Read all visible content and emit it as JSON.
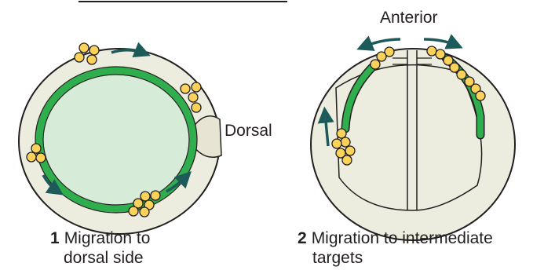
{
  "labels": {
    "dorsal": "Dorsal",
    "anterior": "Anterior"
  },
  "panels": [
    {
      "step_number": "1",
      "caption_line1": "Migration to",
      "caption_line2": "dorsal side"
    },
    {
      "step_number": "2",
      "caption_line1": "Migration to intermediate",
      "caption_line2": "targets"
    }
  ],
  "colors": {
    "embryo_fill": "#ececdf",
    "inner_fill": "#d7ecd8",
    "band_green": "#2fae4d",
    "outline": "#231f20",
    "cell_fill": "#fbd35a",
    "arrow": "#1d5b5b",
    "dorsal_patch": "#e8e4d4"
  },
  "icons": {
    "cell": "yellow-circle-cell-icon",
    "arrow": "migration-arrow-icon"
  }
}
